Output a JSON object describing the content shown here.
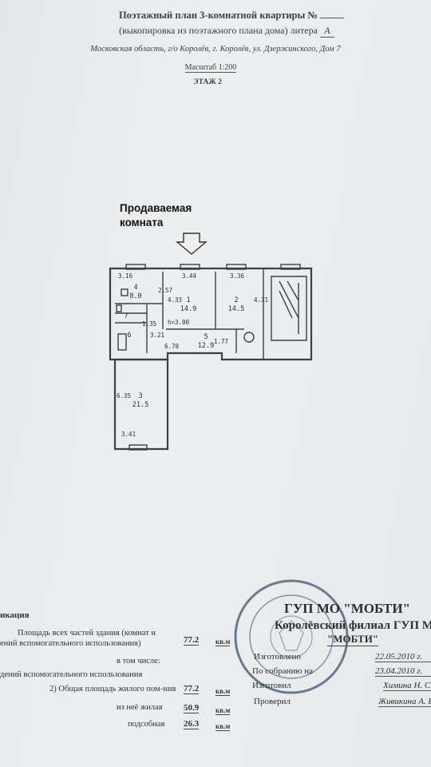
{
  "header": {
    "title": "Поэтажный план 3-комнатной квартиры №",
    "number": "",
    "subtitle_prefix": "(выкопировка из поэтажного плана дома) литера",
    "litera": "А",
    "address": "Московская область, г/о Королёв, г. Королёв, ул. Дзержинского, Дом 7",
    "scale": "Масштаб 1:200",
    "floor": "ЭТАЖ 2"
  },
  "annotation": "Продаваемая\nкомната",
  "plan": {
    "rooms": [
      {
        "num": "4",
        "area": "8.0"
      },
      {
        "num": "1",
        "area": "14.9"
      },
      {
        "num": "2",
        "area": "14.5"
      },
      {
        "num": "7",
        "area": ""
      },
      {
        "num": "6",
        "area": ""
      },
      {
        "num": "5",
        "area": "12.9"
      },
      {
        "num": "3",
        "area": "21.5"
      }
    ],
    "dimensions": [
      "3.16",
      "3.44",
      "3.36",
      "2.57",
      "4.33",
      "4.31",
      "1.35",
      "3.21",
      "6.70",
      "1.77",
      "6.35",
      "3.41"
    ],
    "height": "h=3.00"
  },
  "explication": {
    "heading": "икация",
    "rows": [
      {
        "label1": "Площадь всех частей здания (комнат и",
        "label2": "ений вспомогательного использования)",
        "value": "77.2",
        "unit": "кв.м"
      },
      {
        "label1": "в том числе:",
        "label2": "",
        "value": "",
        "unit": ""
      },
      {
        "label1": "дений вспомогательного использования",
        "label2": "",
        "value": "",
        "unit": ""
      },
      {
        "label1": "2) Общая площадь жилого пом-ния",
        "label2": "",
        "value": "77.2",
        "unit": "кв.м"
      },
      {
        "label1": "из неё жилая",
        "label2": "",
        "value": "50.9",
        "unit": "кв.м"
      },
      {
        "label1": "подсобная",
        "label2": "",
        "value": "26.3",
        "unit": "кв.м"
      }
    ]
  },
  "stamp": {
    "org": "ГУП МО \"МОБТИ\"",
    "branch": "Королёвский филиал ГУП МО",
    "branch_short": "\"МОБТИ\"",
    "prepared_label": "Изготовлено",
    "prepared_date": "22.05.2010 г.",
    "inspection_label": "По собранию на",
    "inspection_date": "23.04.2010 г.",
    "made_label": "Изготовил",
    "made_by": "Химина Н. С.",
    "checked_label": "Проверил",
    "checked_by": "Живикина А. В."
  }
}
